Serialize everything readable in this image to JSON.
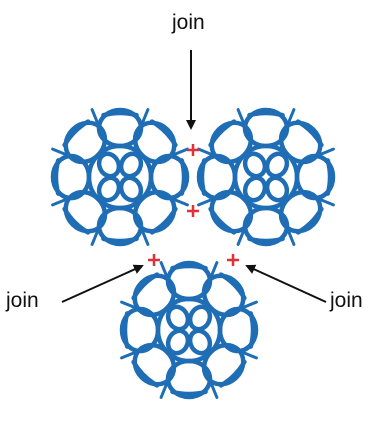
{
  "labels": {
    "top": "join",
    "left": "join",
    "right": "join"
  },
  "colors": {
    "motif": "#1f6db5",
    "join_mark": "#e0303a",
    "arrow": "#111111",
    "background": "#ffffff"
  },
  "diagram": {
    "motif_count": 3,
    "join_points": 4,
    "arrows": 3
  }
}
